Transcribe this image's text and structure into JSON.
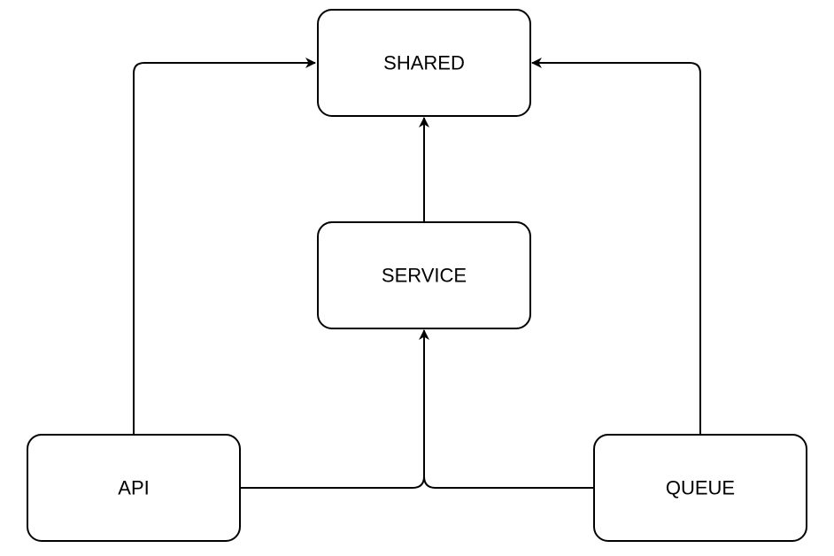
{
  "diagram": {
    "nodes": [
      {
        "id": "shared",
        "label": "SHARED"
      },
      {
        "id": "service",
        "label": "SERVICE"
      },
      {
        "id": "api",
        "label": "API"
      },
      {
        "id": "queue",
        "label": "QUEUE"
      }
    ],
    "edges": [
      {
        "from": "api",
        "to": "shared"
      },
      {
        "from": "queue",
        "to": "shared"
      },
      {
        "from": "service",
        "to": "shared"
      },
      {
        "from": "api",
        "to": "service"
      },
      {
        "from": "queue",
        "to": "service"
      }
    ],
    "colors": {
      "stroke": "#000000",
      "fill": "#ffffff",
      "text": "#000000"
    }
  }
}
